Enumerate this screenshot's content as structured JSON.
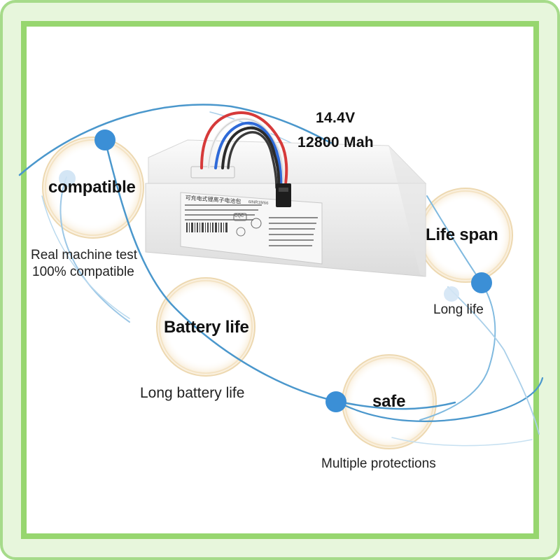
{
  "spec": {
    "voltage": "14.4V",
    "capacity": "12800 Mah"
  },
  "features": [
    {
      "title": "compatible",
      "desc_line1": "Real machine test",
      "desc_line2": "100% compatible"
    },
    {
      "title": "Life span",
      "desc_line1": "Long life"
    },
    {
      "title": "Battery life",
      "desc_line1": "Long battery life"
    },
    {
      "title": "safe",
      "desc_line1": "Multiple protections"
    }
  ],
  "label": {
    "title": "可充电式锂离子电池包",
    "model": "6INR19/66",
    "cert_mark": "CQC"
  },
  "colors": {
    "frame_border": "#97d66f",
    "frame_bg": "#e7f6dc",
    "curve": "#4a97cc",
    "dot": "#3b8fd6",
    "ring": "#e8cc9a"
  }
}
